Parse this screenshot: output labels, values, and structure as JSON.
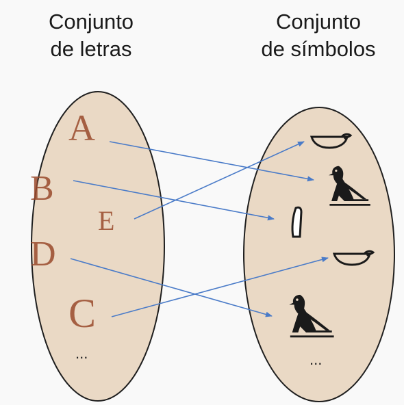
{
  "left_set": {
    "title_line1": "Conjunto",
    "title_line2": "de letras",
    "letters": [
      "A",
      "B",
      "E",
      "D",
      "C"
    ],
    "ellipsis": "..."
  },
  "right_set": {
    "title_line1": "Conjunto",
    "title_line2": "de símbolos",
    "symbols": [
      "basket-glyph-icon",
      "vulture-glyph-icon",
      "reed-leaf-glyph-icon",
      "basket-glyph-icon",
      "vulture-glyph-icon"
    ],
    "ellipsis": "..."
  },
  "mapping": [
    {
      "from": "A",
      "to": "vulture-glyph-icon"
    },
    {
      "from": "B",
      "to": "reed-leaf-glyph-icon"
    },
    {
      "from": "E",
      "to": "basket-glyph-icon"
    },
    {
      "from": "D",
      "to": "vulture-glyph-icon"
    },
    {
      "from": "C",
      "to": "basket-glyph-icon"
    }
  ],
  "colors": {
    "set_fill": "#ead9c5",
    "arrow": "#4a7bc8",
    "letter": "#9a4a2c"
  }
}
